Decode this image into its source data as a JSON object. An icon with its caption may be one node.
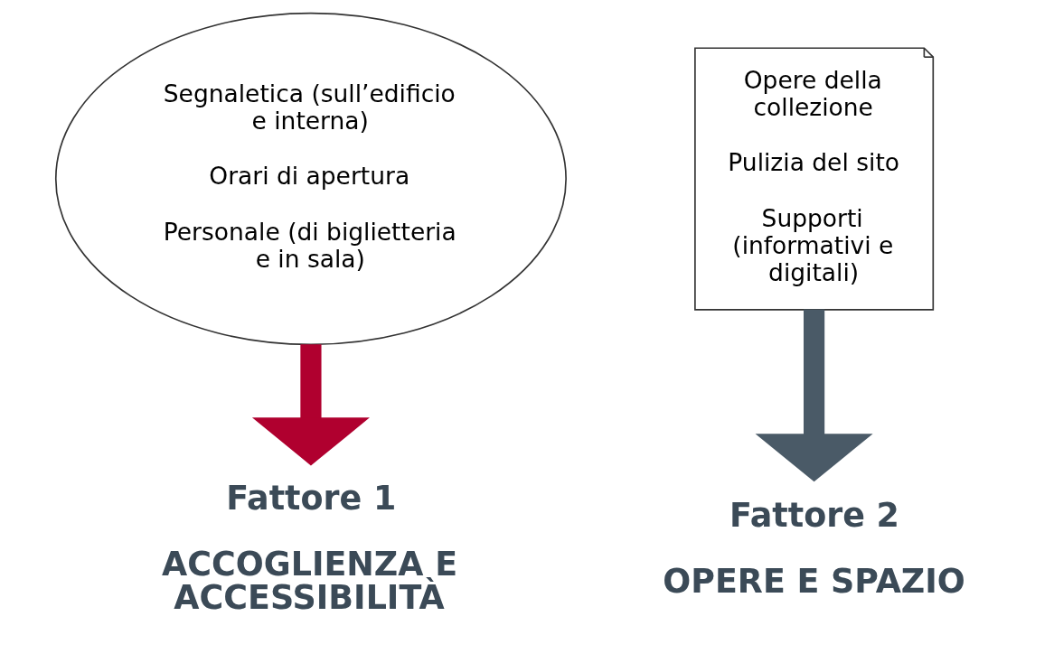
{
  "diagram": {
    "nodes": [
      {
        "text": [
          "Segnaletica (sull’edificio e interna)",
          "Orari di apertura",
          "Personale (di biglietteria e in sala)"
        ]
      },
      {
        "text": [
          "Fattore 1",
          "ACCOGLIENZA E ACCESSIBILITÀ"
        ]
      },
      {
        "text": [
          "Opere della collezione",
          "Pulizia del sito",
          "Supporti (informativi e digitali)"
        ]
      },
      {
        "text": [
          "Fattore 2",
          "OPERE E SPAZIO"
        ]
      }
    ],
    "edges": [
      {
        "from": 0,
        "to": 1,
        "arrow": "to",
        "color": "#b0002f"
      },
      {
        "from": 2,
        "to": 3,
        "arrow": "to",
        "color": "#4a5a67"
      }
    ]
  }
}
